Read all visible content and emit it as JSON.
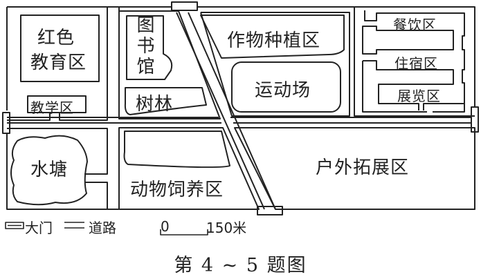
{
  "zones": {
    "red_education": "红色教育区",
    "red_education_line1": "红色",
    "red_education_line2": "教育区",
    "teaching": "教学区",
    "library": "图书馆",
    "woods": "树林",
    "crop_planting": "作物种植区",
    "sports_field": "运动场",
    "dining": "餐饮区",
    "dormitory": "住宿区",
    "exhibition": "展览区",
    "pond": "水塘",
    "animal_raising": "动物饲养区",
    "outdoor_training": "户外拓展区"
  },
  "legend": {
    "gate_label": "大门",
    "road_label": "道路",
    "scale_start": "0",
    "scale_end": "150米"
  },
  "caption": "第 4 ~ 5 题图"
}
